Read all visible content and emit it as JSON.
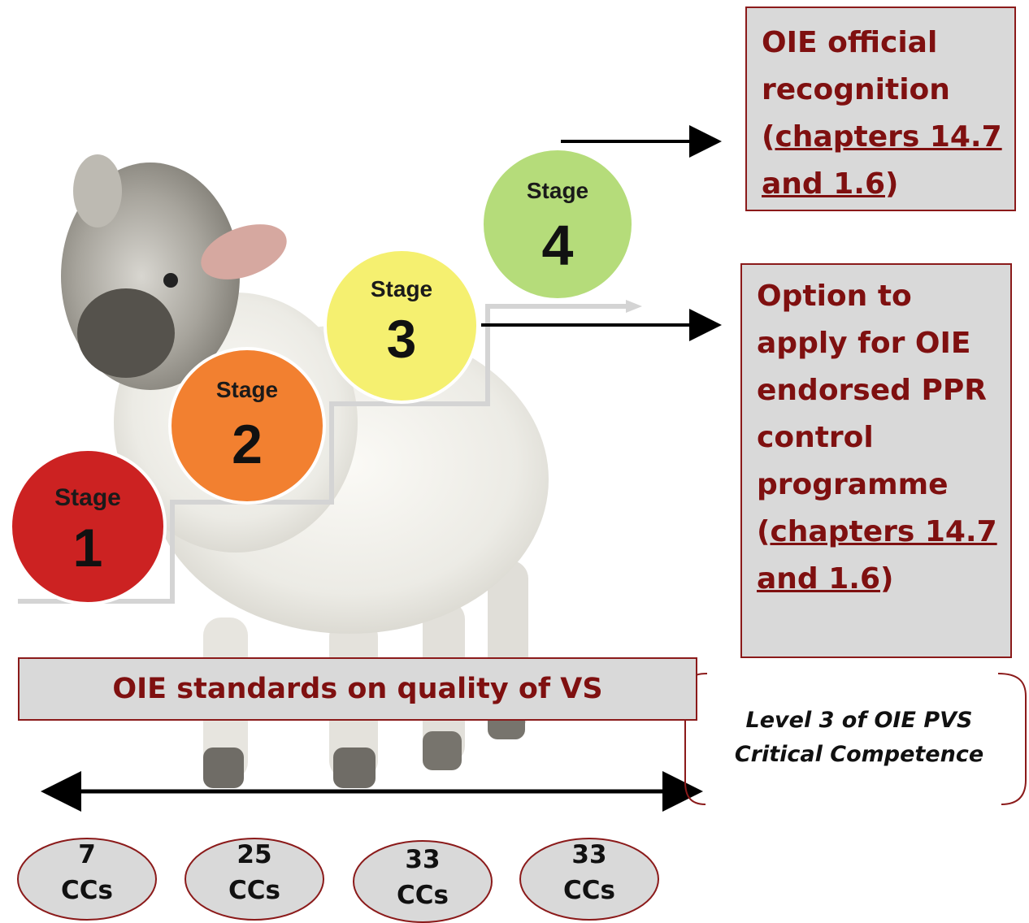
{
  "stages": [
    {
      "word": "Stage",
      "number": "1",
      "color": "#cc2222"
    },
    {
      "word": "Stage",
      "number": "2",
      "color": "#f28030"
    },
    {
      "word": "Stage",
      "number": "3",
      "color": "#f5f070"
    },
    {
      "word": "Stage",
      "number": "4",
      "color": "#b5dc7a"
    }
  ],
  "recognition_box": {
    "line1": "OIE official",
    "line2": "recognition",
    "line3_open": "(",
    "line3_link": "chapters 14.7",
    "line4_link": "and 1.6",
    "line4_close": ")"
  },
  "option_box": {
    "line1": "Option to",
    "line2": "apply for OIE",
    "line3": "endorsed PPR",
    "line4": "control",
    "line5": "programme",
    "line6_open": "(",
    "line6_link": "chapters 14.7",
    "line7_link": "and 1.6",
    "line7_close": ")"
  },
  "standards_banner": "OIE standards on quality of VS",
  "level_note": {
    "line1": "Level 3 of OIE PVS",
    "line2": "Critical Competence"
  },
  "cc_ovals": [
    {
      "count": "7",
      "unit": "CCs"
    },
    {
      "count": "25",
      "unit": "CCs"
    },
    {
      "count": "33",
      "unit": "CCs"
    },
    {
      "count": "33",
      "unit": "CCs"
    }
  ],
  "colors": {
    "accent_text": "#7f1010",
    "box_fill": "#d9d9d9",
    "box_border": "#8b1a1a",
    "oval_fill": "#d9d9d9"
  }
}
